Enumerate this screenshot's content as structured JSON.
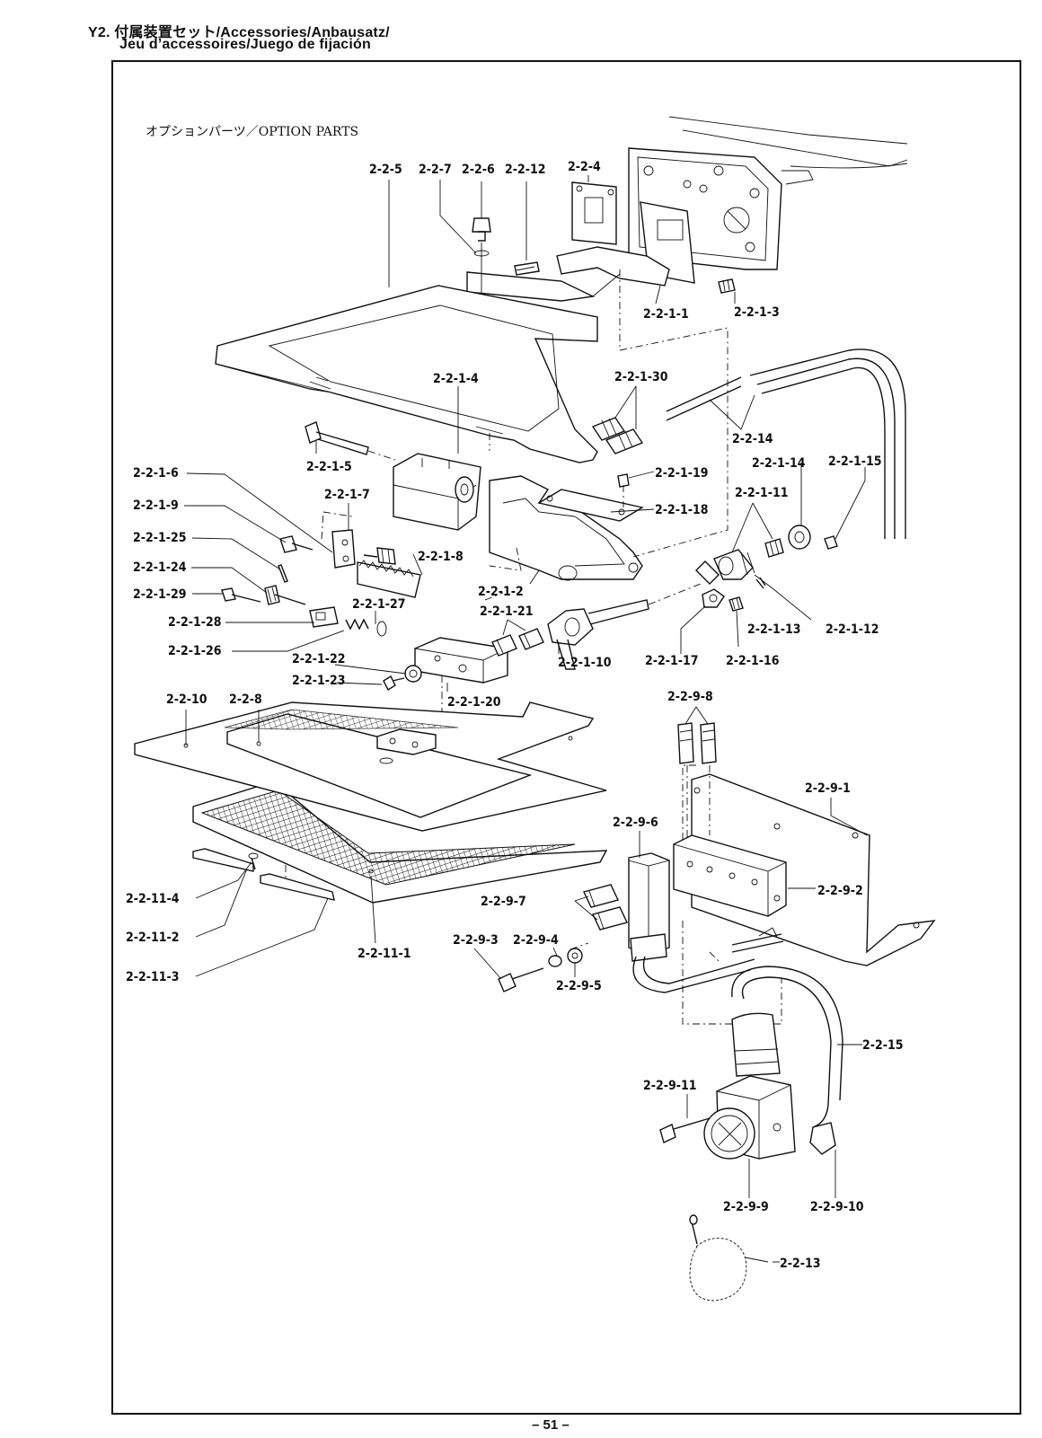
{
  "header": {
    "line1": "Y2. 付属装置セット/Accessories/Anbausatz/",
    "line2": "Jeu d’accessoires/Juego de fijación"
  },
  "subtitle": "オプションパーツ／OPTION PARTS",
  "page_number": "– 51 –",
  "labels": [
    "2-2-5",
    "2-2-7",
    "2-2-6",
    "2-2-12",
    "2-2-4",
    "2-2-1-1",
    "2-2-1-3",
    "2-2-1-4",
    "2-2-1-30",
    "2-2-14",
    "2-2-1-5",
    "2-2-1-19",
    "2-2-1-14",
    "2-2-1-15",
    "2-2-1-6",
    "2-2-1-18",
    "2-2-1-11",
    "2-2-1-9",
    "2-2-1-7",
    "2-2-1-25",
    "2-2-1-8",
    "2-2-1-24",
    "2-2-1-2",
    "2-2-1-29",
    "2-2-1-27",
    "2-2-1-21",
    "2-2-1-28",
    "2-2-1-13",
    "2-2-1-12",
    "2-2-1-26",
    "2-2-1-10",
    "2-2-1-17",
    "2-2-1-16",
    "2-2-1-22",
    "2-2-1-23",
    "2-2-1-20",
    "2-2-10",
    "2-2-8",
    "2-2-9-8",
    "2-2-9-1",
    "2-2-9-6",
    "2-2-9-2",
    "2-2-11-4",
    "2-2-9-7",
    "2-2-11-2",
    "2-2-11-1",
    "2-2-9-3",
    "2-2-9-4",
    "2-2-9-5",
    "2-2-11-3",
    "2-2-15",
    "2-2-9-11",
    "2-2-9-9",
    "2-2-9-10",
    "2-2-13"
  ]
}
